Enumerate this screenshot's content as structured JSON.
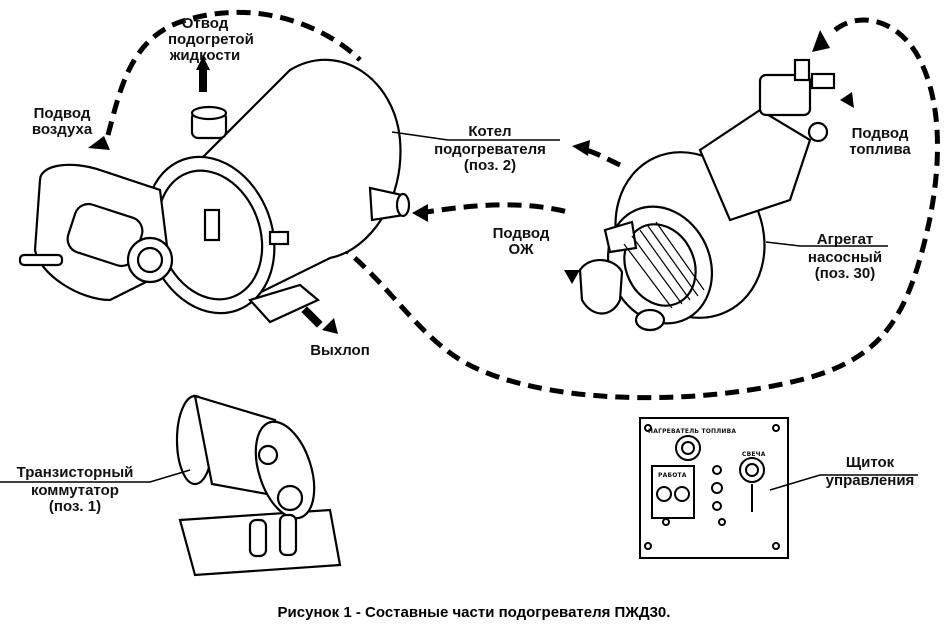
{
  "labels": {
    "otvod": [
      "Отвод",
      "подогретой",
      "жидкости"
    ],
    "podvod_vozduha": [
      "Подвод",
      "воздуха"
    ],
    "kotel": [
      "Котел",
      "подогревателя",
      "(поз. 2)"
    ],
    "podvod_topliva": [
      "Подвод",
      "топлива"
    ],
    "podvod_ozh": [
      "Подвод",
      "ОЖ"
    ],
    "agregat": [
      "Агрегат",
      "насосный",
      "(поз. 30)"
    ],
    "vyhlop": "Выхлоп",
    "tranzistorny": [
      "Транзисторный",
      "коммутатор",
      "(поз. 1)"
    ],
    "shitok": [
      "Щиток",
      "управления"
    ]
  },
  "panel": {
    "nagrevatel_toplva": "НАГРЕВАТЕЛЬ ТОПЛИВА",
    "svecha": "СВЕЧА",
    "rabota": "РАБОТА"
  },
  "caption": "Рисунок 1 - Составные части подогревателя ПЖД30."
}
